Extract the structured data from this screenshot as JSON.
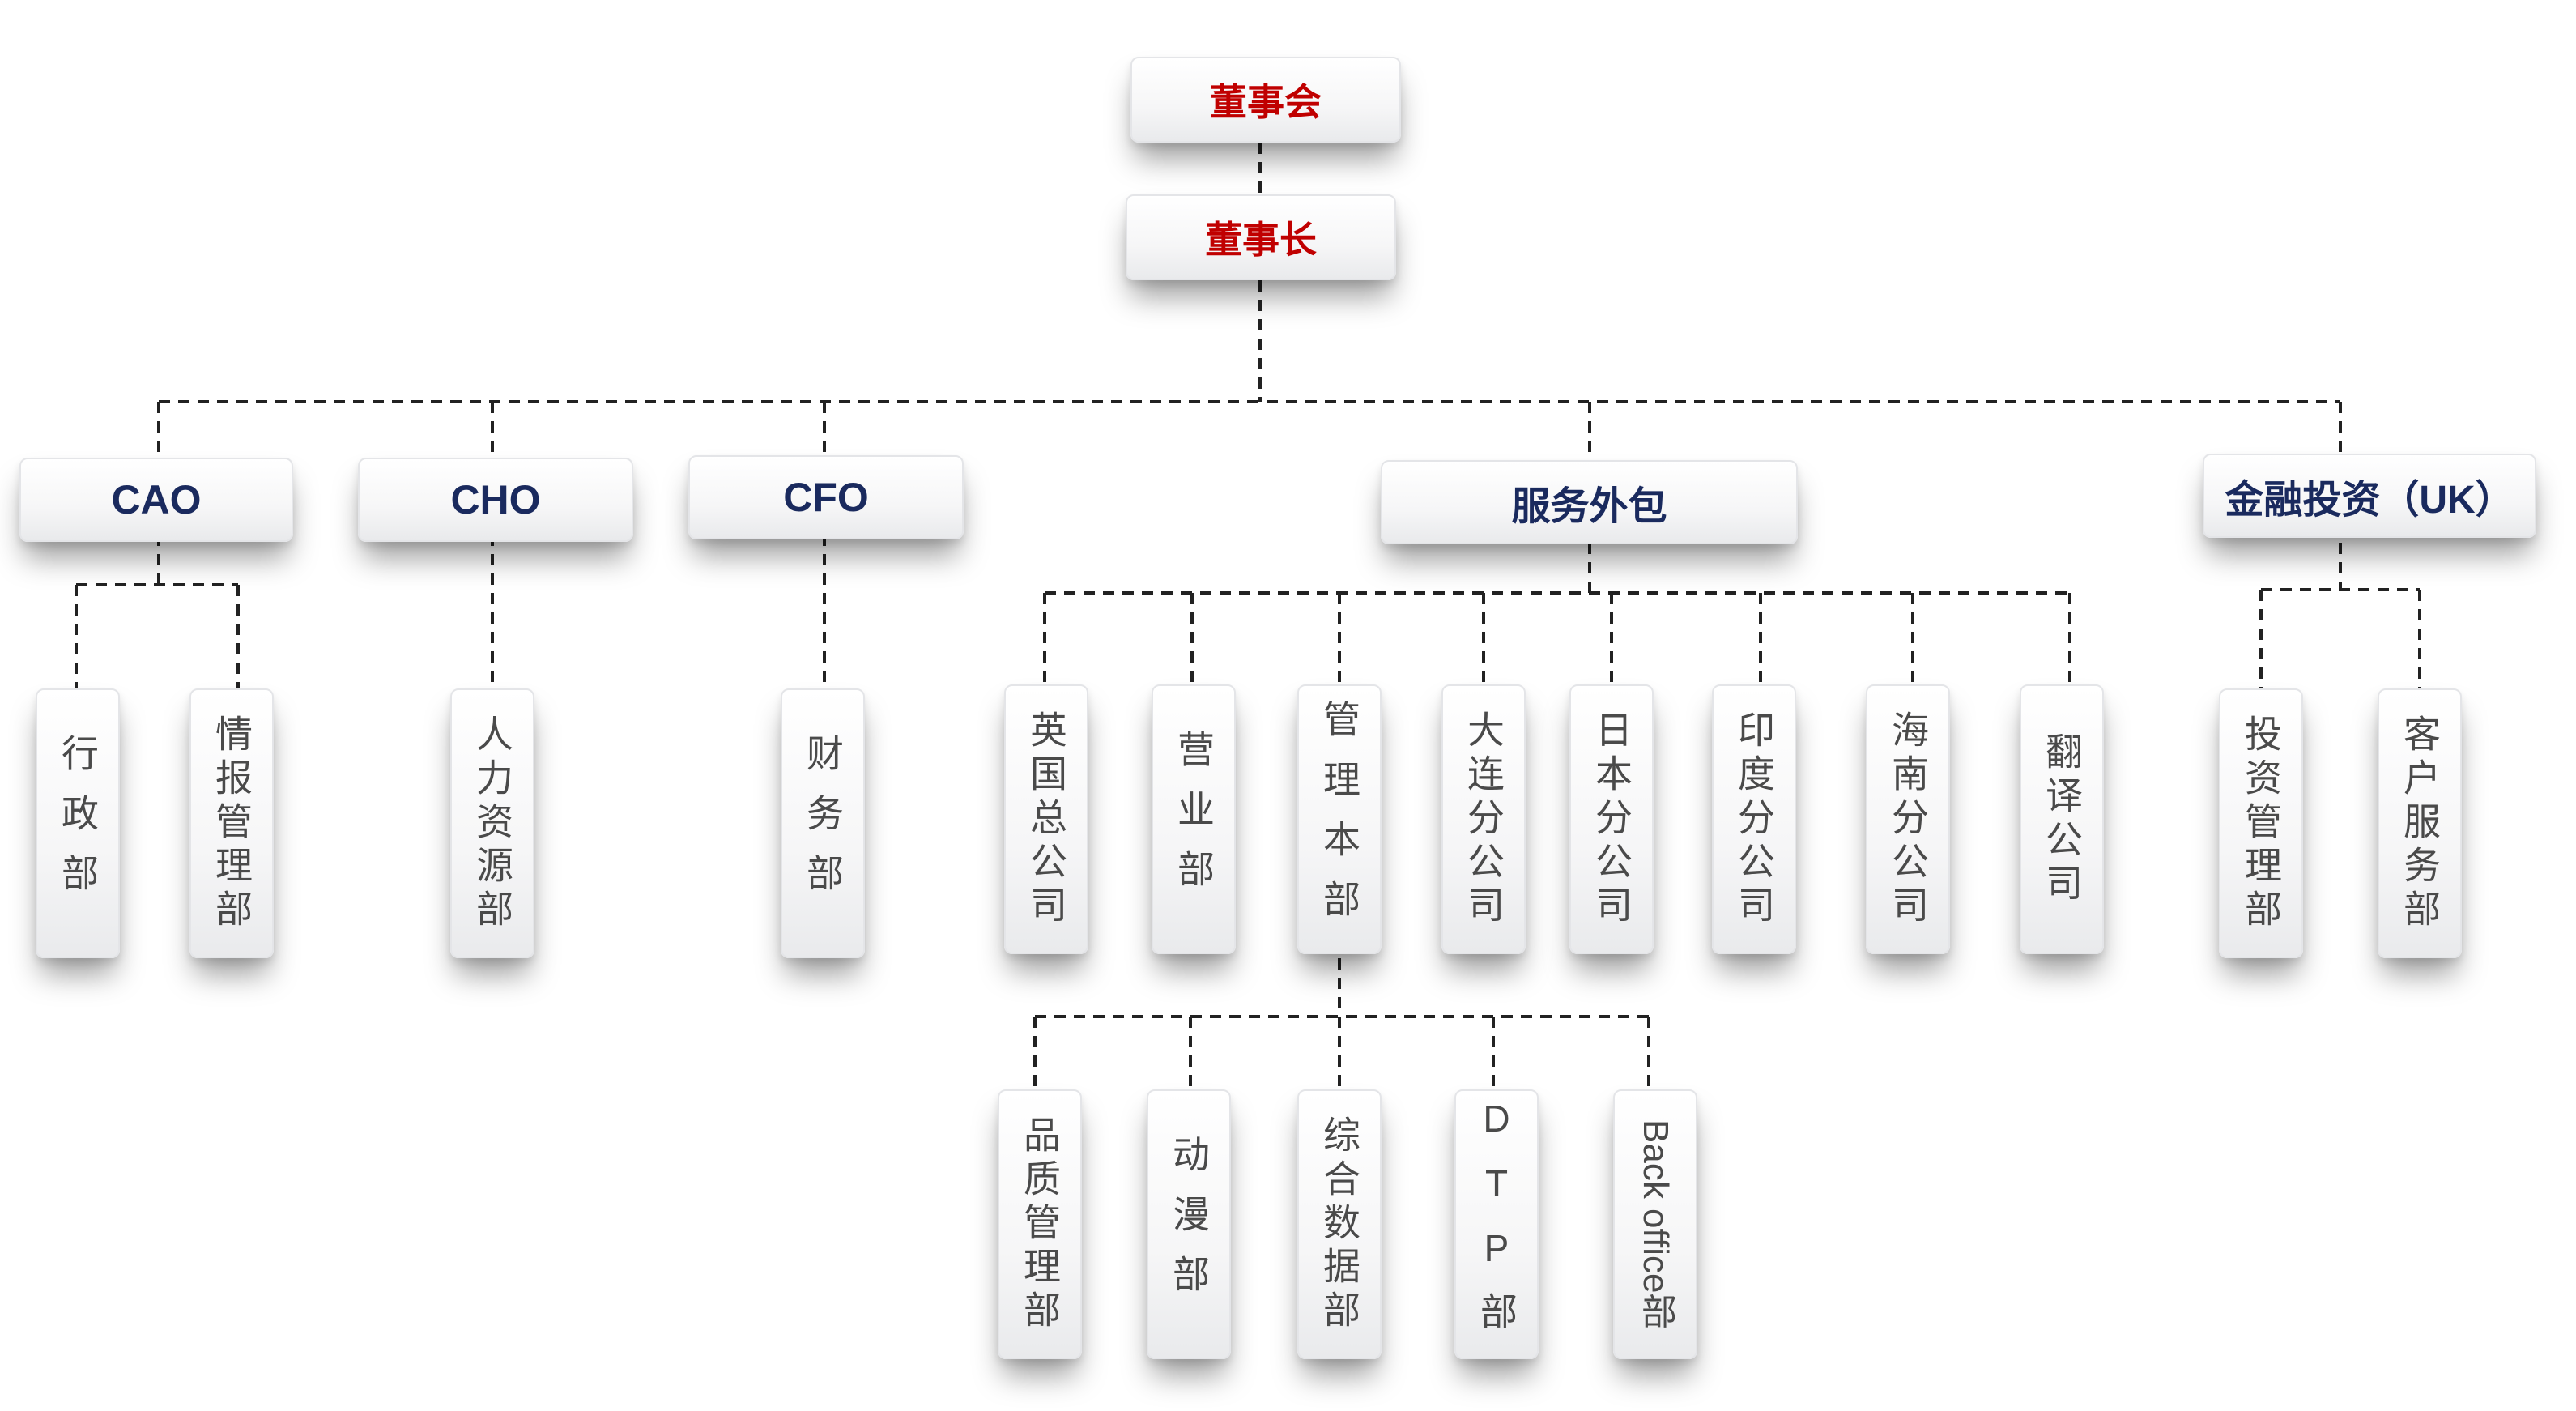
{
  "board": "董事会",
  "chairman": "董事长",
  "executives": {
    "cao": "CAO",
    "cho": "CHO",
    "cfo": "CFO",
    "outsourcing": "服务外包",
    "finance_uk": "金融投资（UK）"
  },
  "cao_depts": [
    "行政部",
    "情报管理部"
  ],
  "cho_depts": [
    "人力资源部"
  ],
  "cfo_depts": [
    "财务部"
  ],
  "outsourcing_depts": [
    "英国总公司",
    "营业部",
    "管理本部",
    "大连分公司",
    "日本分公司",
    "印度分公司",
    "海南分公司",
    "翻译公司"
  ],
  "management_subdepts": [
    "品质管理部",
    "动漫部",
    "综合数据部",
    "DTP部",
    "Back office部"
  ],
  "finance_depts": [
    "投资管理部",
    "客户服务部"
  ],
  "colors": {
    "title_red": "#c00000",
    "exec_navy": "#1a2a5e",
    "dept_gray": "#4a4a4a",
    "line": "#222222"
  }
}
